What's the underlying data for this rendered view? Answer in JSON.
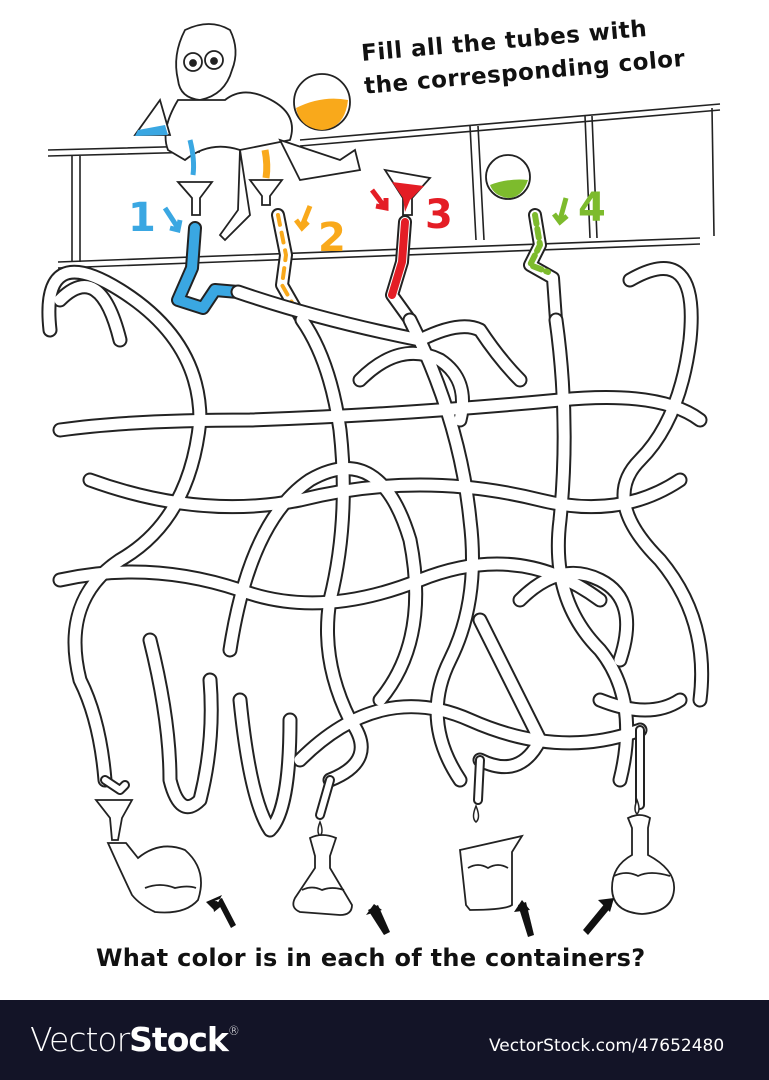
{
  "puzzle": {
    "title_line1": "Fill all the tubes with",
    "title_line2": "the corresponding color",
    "question": "What color is in each of the containers?",
    "sources": [
      {
        "number": "1",
        "color": "#3aa7e2",
        "vessel": "triangular flask"
      },
      {
        "number": "2",
        "color": "#f9a91b",
        "vessel": "round flask"
      },
      {
        "number": "3",
        "color": "#e41d25",
        "vessel": "conical funnel"
      },
      {
        "number": "4",
        "color": "#7dbb2d",
        "vessel": "round flask"
      }
    ],
    "containers": [
      {
        "name": "retort",
        "fill": "empty"
      },
      {
        "name": "erlenmeyer flask",
        "fill": "empty"
      },
      {
        "name": "beaker",
        "fill": "empty"
      },
      {
        "name": "round-bottom flask",
        "fill": "empty"
      }
    ]
  },
  "footer": {
    "brand_light": "Vector",
    "brand_bold": "Stock",
    "brand_mark": "®",
    "url": "VectorStock.com/47652480"
  }
}
